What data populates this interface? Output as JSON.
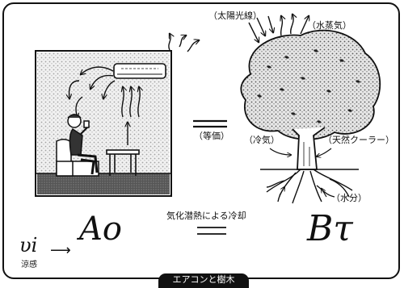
{
  "labels": {
    "sunlight": "（太陽光線）",
    "vapor": "（水蒸気）",
    "equivalent": "（等価）",
    "cold_air": "（冷気）",
    "natural_cooler": "（天然クーラー）",
    "moisture": "（水分）",
    "latent_heat": "気化潜熱による冷却",
    "cool_feel": "涼感"
  },
  "symbols": {
    "left": "Ao",
    "right": "Bτ",
    "vi": "υi",
    "arrow": "⟶"
  },
  "caption": "エアコンと樹木"
}
